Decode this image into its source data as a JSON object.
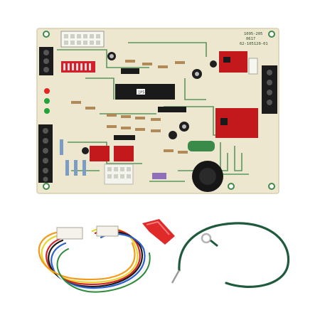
{
  "image": {
    "subject": "furnace-control-board-kit",
    "colors": {
      "background": "#ffffff",
      "board": "#ede7cf",
      "board_edge": "#d8cfb0",
      "trace": "#3f8a4a",
      "relay": "#c3181c",
      "chip": "#1a1a1a",
      "terminal": "#1c1c1c",
      "ground_wire": "#1f5a3c",
      "connector_red": "#e02a2a"
    }
  },
  "board": {
    "part_number": "1095-205",
    "code_a": "0617",
    "code_b": "62-105120-01",
    "chip_label": "1P5"
  }
}
